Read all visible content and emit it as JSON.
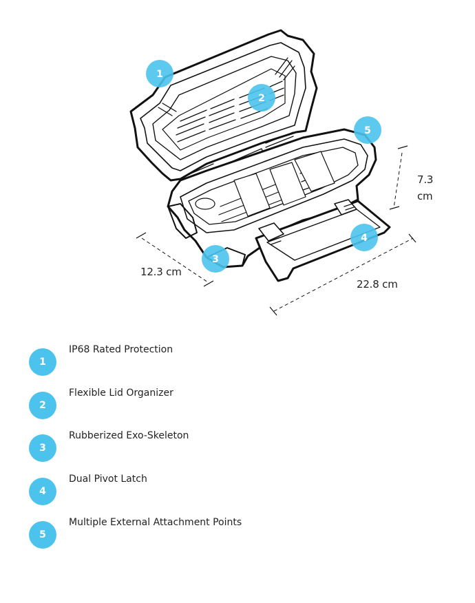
{
  "diagram": {
    "callouts": [
      "1",
      "2",
      "3",
      "4",
      "5"
    ],
    "dimensions": {
      "height": "7.3\ncm",
      "height_value": "7.3",
      "height_unit": "cm",
      "depth": "12.3 cm",
      "width": "22.8 cm"
    }
  },
  "features": [
    {
      "number": "1",
      "label": "IP68 Rated Protection"
    },
    {
      "number": "2",
      "label": "Flexible Lid Organizer"
    },
    {
      "number": "3",
      "label": "Rubberized Exo-Skeleton"
    },
    {
      "number": "4",
      "label": "Dual Pivot Latch"
    },
    {
      "number": "5",
      "label": "Multiple External Attachment Points"
    }
  ],
  "colors": {
    "accent": "#4cc3ec",
    "line": "#111111"
  }
}
